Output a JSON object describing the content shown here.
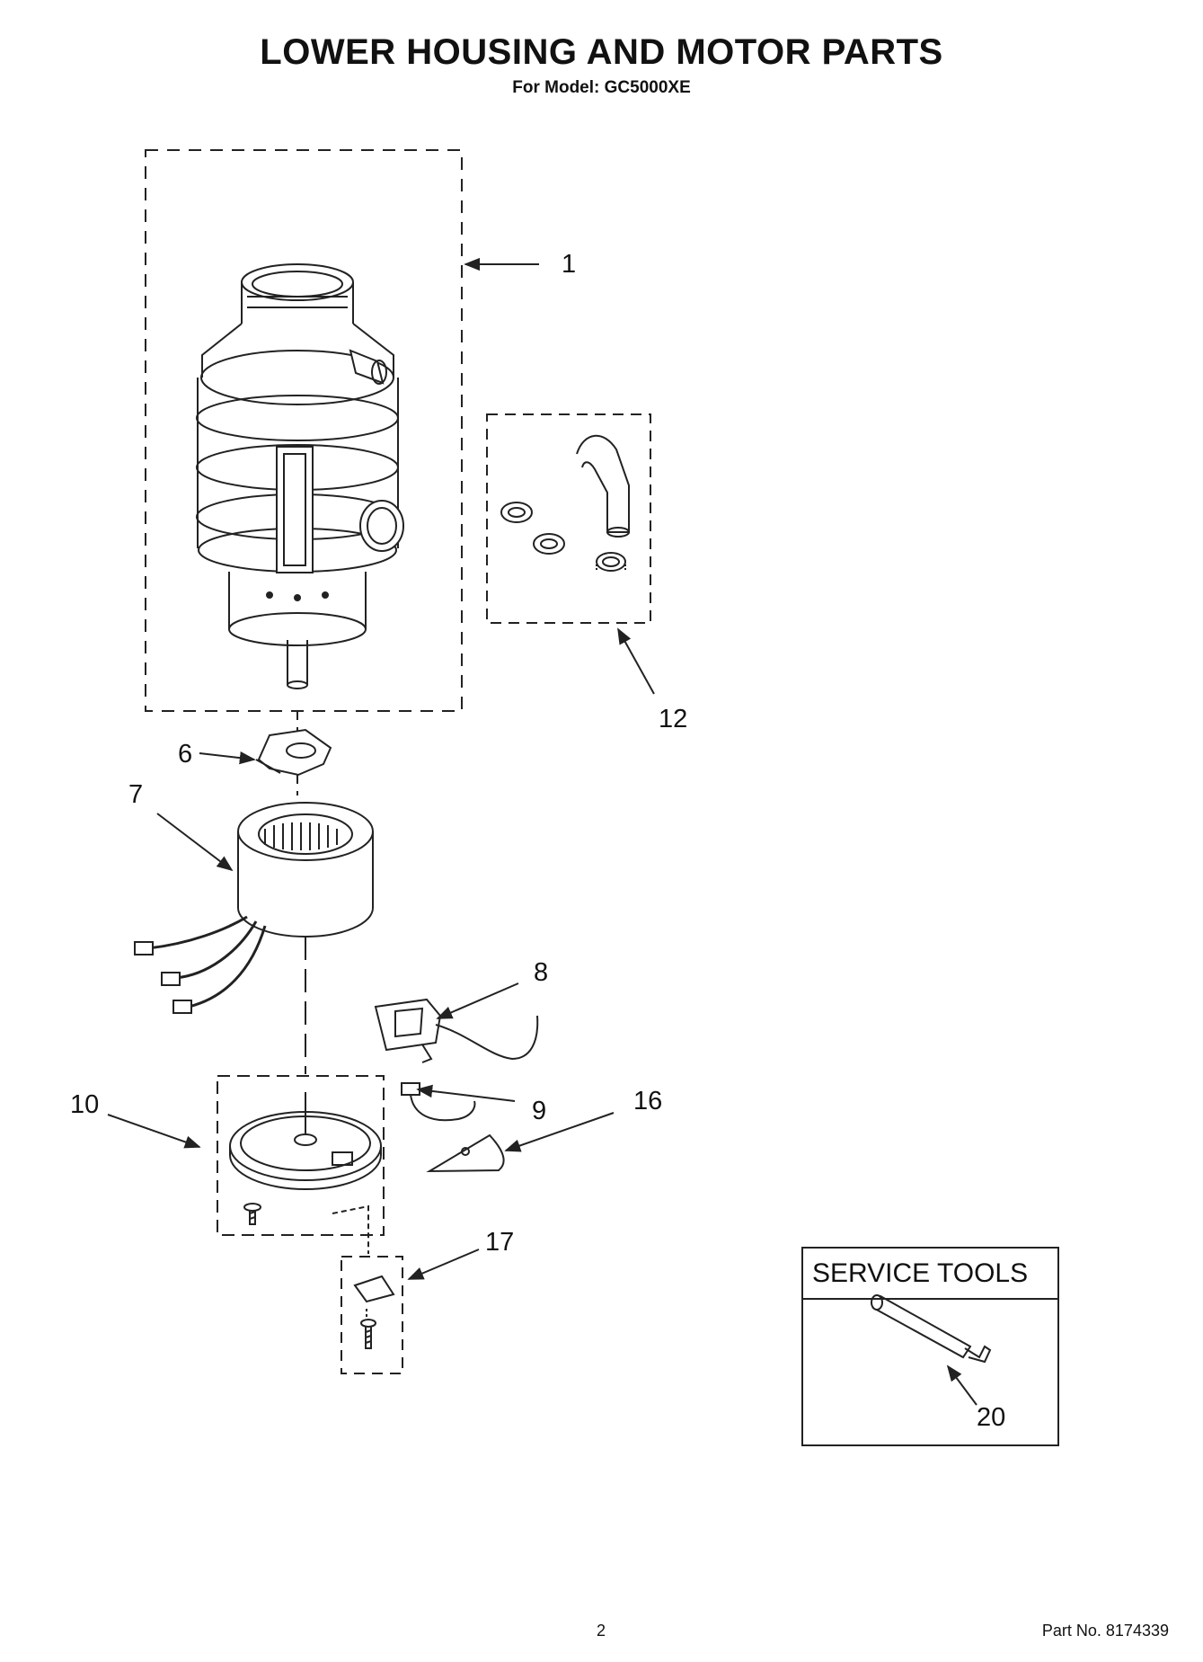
{
  "header": {
    "title": "LOWER HOUSING AND MOTOR PARTS",
    "subtitle": "For Model: GC5000XE"
  },
  "callouts": [
    "1",
    "6",
    "7",
    "8",
    "9",
    "10",
    "12",
    "16",
    "17",
    "20"
  ],
  "service_tools": {
    "title": "SERVICE TOOLS"
  },
  "footer": {
    "page_number": "2",
    "part_number": "Part No. 8174339"
  }
}
